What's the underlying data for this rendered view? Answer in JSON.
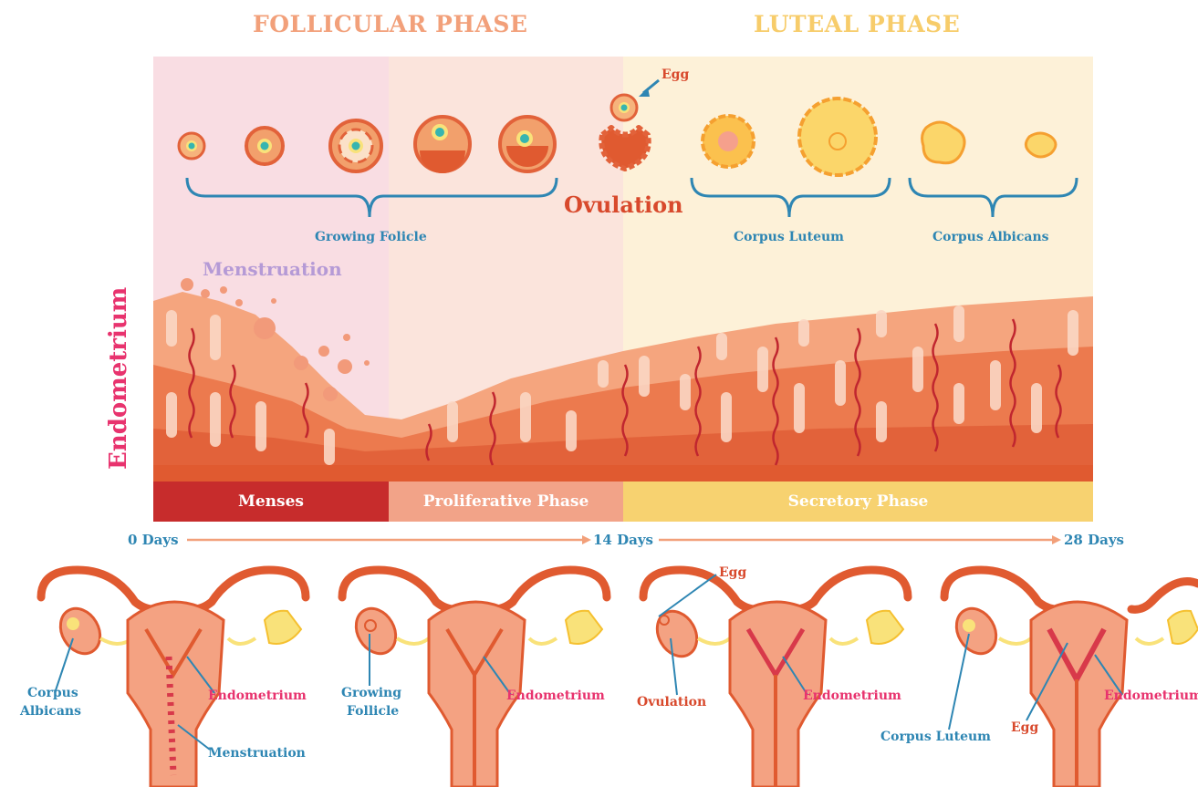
{
  "phases": {
    "follicular": "FOLLICULAR PHASE",
    "luteal": "LUTEAL PHASE"
  },
  "top_labels": {
    "egg": "Egg",
    "ovulation": "Ovulation",
    "growing_follicle": "Growing Folicle",
    "corpus_luteum": "Corpus Luteum",
    "corpus_albicans": "Corpus Albicans",
    "menstruation": "Menstruation",
    "endometrium": "Endometrium"
  },
  "bars": {
    "menses": "Menses",
    "proliferative": "Proliferative Phase",
    "secretory": "Secretory Phase"
  },
  "timeline": {
    "day0": "0 Days",
    "day14": "14 Days",
    "day28": "28 Days"
  },
  "uterus_labels": {
    "u1": {
      "left_line1": "Corpus",
      "left_line2": "Albicans",
      "right": "Endometrium",
      "bottom": "Menstruation"
    },
    "u2": {
      "left_line1": "Growing",
      "left_line2": "Follicle",
      "right": "Endometrium"
    },
    "u3": {
      "top": "Egg",
      "left": "Ovulation",
      "right": "Endometrium"
    },
    "u4": {
      "left": "Corpus Luteum",
      "bottom": "Egg",
      "right": "Endometrium"
    }
  },
  "colors": {
    "follicular_title": "#f2a07a",
    "luteal_title": "#f7cc6a",
    "menses_bg": "#c72c2c",
    "proliferative_bg": "#f2a388",
    "secretory_bg": "#f7d270",
    "timeline_text": "#2e86b3",
    "endometrium_text": "#e8336e",
    "menstruation_text": "#b59ad6"
  }
}
